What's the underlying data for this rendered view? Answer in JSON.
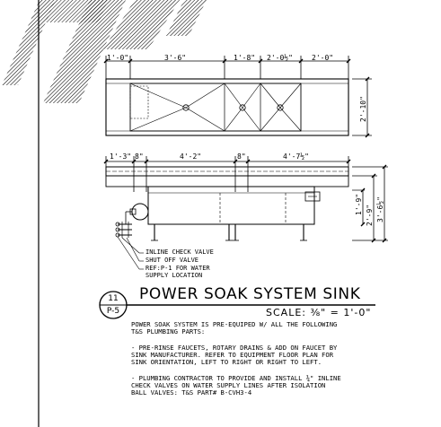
{
  "plan_view": {
    "dims_top": [
      "1'-0\"",
      "3'-6\"",
      "1'-8\"",
      "2'-0½\"",
      "2'-0\""
    ],
    "dim_depth": "2'-10\""
  },
  "elevation": {
    "dims_top": [
      "1'-3\"",
      "8\"",
      "4'-2\"",
      "8\"",
      "4'-7½\""
    ],
    "dim_height_inner": "1'-9\"",
    "dim_height_mid": "2'-9\"",
    "dim_height_total": "3'-6½\""
  },
  "callouts": {
    "check_valve": "INLINE CHECK VALVE",
    "shut_off": "SHUT OFF VALVE",
    "ref_line1": "REF:P-1 FOR WATER",
    "ref_line2": "SUPPLY LOCATION"
  },
  "detail": {
    "number": "11",
    "sheet": "P-5",
    "title": "POWER SOAK SYSTEM SINK",
    "scale": "SCALE: ⅜\" = 1'-0\""
  },
  "notes": {
    "intro_1": "POWER SOAK SYSTEM IS PRE-EQUIPED W/ ALL THE FOLLOWING",
    "intro_2": "T&S PLUMBING PARTS:",
    "item1_1": "- PRE-RINSE FAUCETS, ROTARY DRAINS & ADD ON FAUCET BY",
    "item1_2": "  SINK MANUFACTURER. REFER TO EQUIPMENT FLOOR PLAN FOR",
    "item1_3": "  SINK ORIENTATION, LEFT TO RIGHT OR RIGHT TO LEFT.",
    "item2_1": "- PLUMBING CONTRACTOR TO PROVIDE AND INSTALL ¾\" INLINE",
    "item2_2": "  CHECK VALVES ON WATER SUPPLY LINES AFTER ISOLATION",
    "item2_3": "  BALL VALVES: T&S PART# B-CVH3-4"
  }
}
